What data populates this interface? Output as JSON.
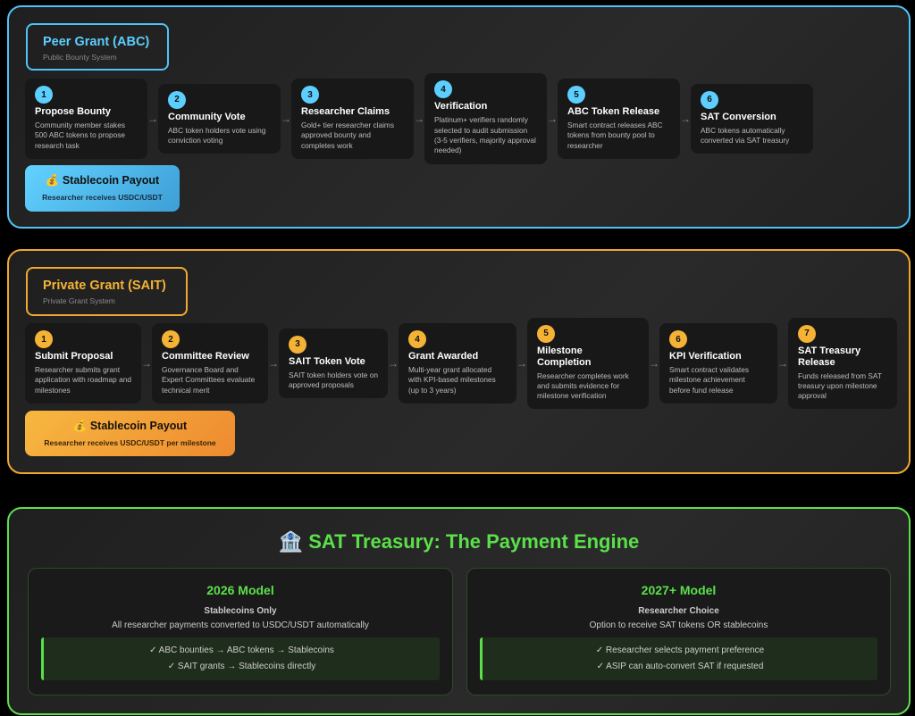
{
  "peer": {
    "title": "Peer Grant (ABC)",
    "subtitle": "Public Bounty System",
    "steps": [
      {
        "n": "1",
        "title": "Propose Bounty",
        "desc": "Community member stakes 500 ABC tokens to propose research task"
      },
      {
        "n": "2",
        "title": "Community Vote",
        "desc": "ABC token holders vote using conviction voting"
      },
      {
        "n": "3",
        "title": "Researcher Claims",
        "desc": "Gold+ tier researcher claims approved bounty and completes work"
      },
      {
        "n": "4",
        "title": "Verification",
        "desc": "Platinum+ verifiers randomly selected to audit submission (3-5 verifiers, majority approval needed)"
      },
      {
        "n": "5",
        "title": "ABC Token Release",
        "desc": "Smart contract releases ABC tokens from bounty pool to researcher"
      },
      {
        "n": "6",
        "title": "SAT Conversion",
        "desc": "ABC tokens automatically converted via SAT treasury"
      }
    ],
    "payout": {
      "icon": "💰",
      "title": "Stablecoin Payout",
      "desc": "Researcher receives USDC/USDT"
    }
  },
  "private": {
    "title": "Private Grant (SAIT)",
    "subtitle": "Private Grant System",
    "steps": [
      {
        "n": "1",
        "title": "Submit Proposal",
        "desc": "Researcher submits grant application with roadmap and milestones"
      },
      {
        "n": "2",
        "title": "Committee Review",
        "desc": "Governance Board and Expert Committees evaluate technical merit"
      },
      {
        "n": "3",
        "title": "SAIT Token Vote",
        "desc": "SAIT token holders vote on approved proposals"
      },
      {
        "n": "4",
        "title": "Grant Awarded",
        "desc": "Multi-year grant allocated with KPI-based milestones (up to 3 years)"
      },
      {
        "n": "5",
        "title": "Milestone Completion",
        "desc": "Researcher completes work and submits evidence for milestone verification"
      },
      {
        "n": "6",
        "title": "KPI Verification",
        "desc": "Smart contract validates milestone achievement before fund release"
      },
      {
        "n": "7",
        "title": "SAT Treasury Release",
        "desc": "Funds released from SAT treasury upon milestone approval"
      }
    ],
    "payout": {
      "icon": "💰",
      "title": "Stablecoin Payout",
      "desc": "Researcher receives USDC/USDT per milestone"
    }
  },
  "treasury": {
    "icon": "🏦",
    "title": "SAT Treasury: The Payment Engine",
    "models": [
      {
        "title": "2026 Model",
        "subtitle": "Stablecoins Only",
        "desc": "All researcher payments converted to USDC/USDT automatically",
        "items": [
          "✓ ABC bounties → ABC tokens → Stablecoins",
          "✓ SAIT grants → Stablecoins directly"
        ]
      },
      {
        "title": "2027+ Model",
        "subtitle": "Researcher Choice",
        "desc": "Option to receive SAT tokens OR stablecoins",
        "items": [
          "✓ Researcher selects payment preference",
          "✓ ASIP can auto-convert SAT if requested"
        ]
      }
    ]
  },
  "colors": {
    "peer": "#4fc3f7",
    "private": "#f0a830",
    "treasury": "#5be04a"
  }
}
